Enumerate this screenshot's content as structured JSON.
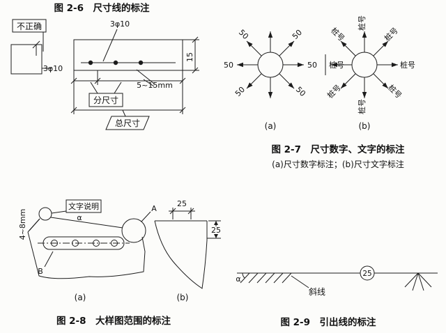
{
  "figures": {
    "fig26": {
      "caption": "图 2-6　尺寸线的标注",
      "incorrect_label": "不正确",
      "rebar_left": "3φ10",
      "rebar_top": "3φ10",
      "dim_height": "15",
      "sub_dim_label": "分尺寸",
      "gap_label": "5~15mm",
      "total_dim_label": "总尺寸"
    },
    "fig27": {
      "caption": "图 2-7　尺寸数字、文字的标注",
      "subcaption": "(a)尺寸数字标注；(b)尺寸文字标注",
      "dim_number": "50",
      "dim_text": "桩号",
      "label_a": "(a)",
      "label_b": "(b)"
    },
    "fig28": {
      "caption": "图 2-8　大样图范围的标注",
      "note_label": "文字说明",
      "size_label": "4~8mm",
      "alpha": "α",
      "point_a": "A",
      "point_b": "B",
      "dim_top": "25",
      "dim_right": "25",
      "label_a": "(a)",
      "label_b": "(b)"
    },
    "fig29": {
      "caption": "图 2-9　引出线的标注",
      "alpha": "α",
      "circle_number": "25",
      "slash_label": "斜线"
    }
  }
}
